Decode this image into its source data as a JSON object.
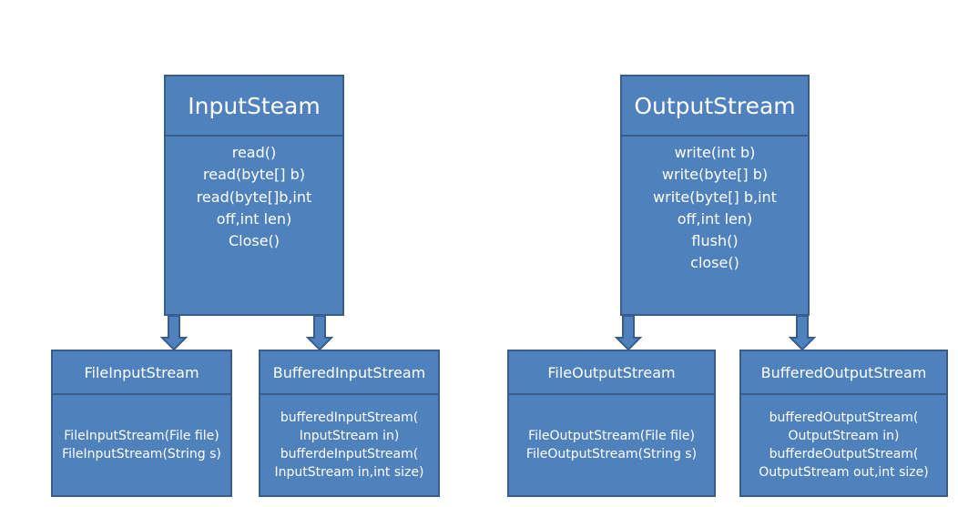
{
  "input_stream": {
    "title": "InputSteam",
    "methods": [
      "read()",
      "read(byte[] b)",
      "read(byte[]b,int",
      "off,int len)",
      "Close()"
    ]
  },
  "output_stream": {
    "title": "OutputStream",
    "methods": [
      "write(int b)",
      "write(byte[] b)",
      "write(byte[] b,int",
      "off,int len)",
      "flush()",
      "close()"
    ]
  },
  "file_input_stream": {
    "title": "FileInputStream",
    "methods": [
      "FileInputStream(File file)",
      "FileInputStream(String  s)"
    ]
  },
  "buffered_input_stream": {
    "title": "BufferedInputStream",
    "methods": [
      "bufferedInputStream(",
      "InputStream in)",
      "bufferdeInputStream(",
      "InputStream in,int size)"
    ]
  },
  "file_output_stream": {
    "title": "FileOutputStream",
    "methods": [
      "FileOutputStream(File file)",
      "FileOutputStream(String  s)"
    ]
  },
  "buffered_output_stream": {
    "title": "BufferedOutputStream",
    "methods": [
      "bufferedOutputStream(",
      "OutputStream in)",
      "bufferdeOutputStream(",
      "OutputStream out,int size)"
    ]
  },
  "colors": {
    "fill": "#4f81bd",
    "border": "#385d8a",
    "text": "#ffffff"
  }
}
